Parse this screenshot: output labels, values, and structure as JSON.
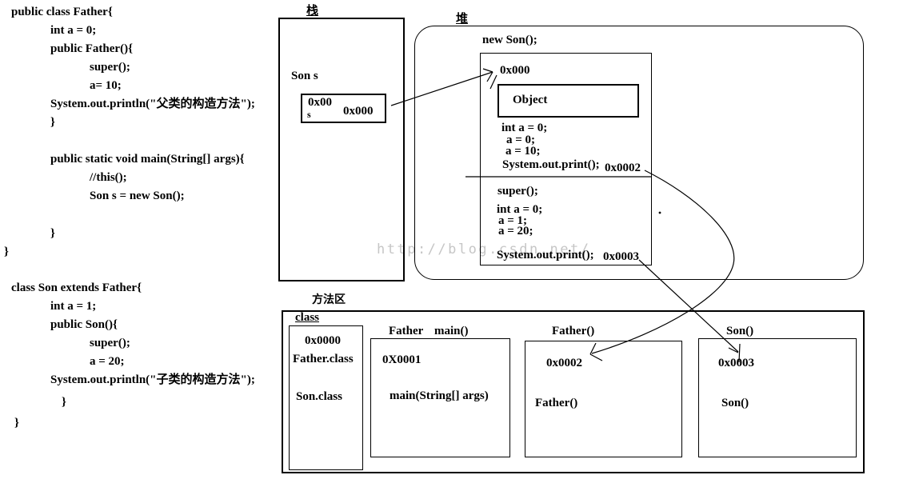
{
  "watermark": "http://blog.csdn.net/",
  "code": {
    "father": [
      "public class Father{",
      "int a = 0;",
      "public Father(){",
      "super();",
      "a= 10;",
      "System.out.println(\"父类的构造方法\");",
      "}",
      "public static void main(String[] args){",
      "//this();",
      "Son s = new Son();",
      "}",
      "}"
    ],
    "son": [
      "class Son extends Father{",
      "int a = 1;",
      "public Son(){",
      "super();",
      "a = 20;",
      "System.out.println(\"子类的构造方法\");",
      "}",
      "}"
    ]
  },
  "stack": {
    "label": "栈",
    "var_decl": "Son s",
    "slot_old": "0x00",
    "slot_name": "s",
    "slot_value": "0x000"
  },
  "heap": {
    "label": "堆",
    "new_expr": "new Son();",
    "object_addr": "0x000",
    "object_label": "Object",
    "father_init": [
      "int a = 0;",
      "a = 0;",
      "a = 10;",
      "System.out.print();"
    ],
    "father_ctor_addr": "0x0002",
    "son_init": [
      "super();",
      "int a = 0;",
      "a = 1;",
      "a = 20;",
      "System.out.print();"
    ],
    "son_ctor_addr": "0x0003"
  },
  "method_area": {
    "label": "方法区",
    "class_box": {
      "label": "class",
      "addr": "0x0000",
      "entry1": "Father.class",
      "entry2": "Son.class"
    },
    "main_box": {
      "label1": "Father",
      "label2": "main()",
      "addr": "0X0001",
      "method": "main(String[] args)"
    },
    "father_box": {
      "label": "Father()",
      "addr": "0x0002",
      "method": "Father()"
    },
    "son_box": {
      "label": "Son()",
      "addr": "0x0003",
      "method": "Son()"
    }
  },
  "colors": {
    "ink": "#000000",
    "watermark": "#c6c6c6",
    "bg": "#ffffff"
  }
}
